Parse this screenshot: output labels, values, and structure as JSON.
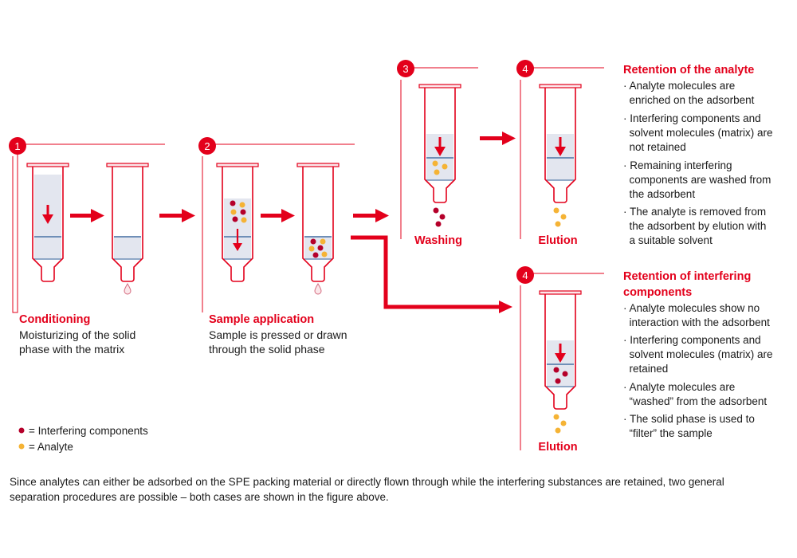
{
  "colors": {
    "accent": "#e3001b",
    "interfering": "#b5002a",
    "analyte": "#f5b335",
    "liquid": "#e3e6ef",
    "sorbent_line": "#6f8fb7"
  },
  "steps": [
    {
      "number": "1",
      "title": "Conditioning",
      "lines": [
        "Moisturizing of the solid",
        "phase with the matrix"
      ]
    },
    {
      "number": "2",
      "title": "Sample application",
      "lines": [
        "Sample is pressed or drawn",
        "through the solid phase"
      ]
    },
    {
      "number": "3",
      "title": "Washing"
    },
    {
      "number": "4",
      "title": "Elution"
    },
    {
      "number": "4",
      "title": "Elution"
    }
  ],
  "panels": [
    {
      "heading": [
        "Retention of the analyte"
      ],
      "bullets": [
        [
          "· Analyte molecules are",
          "  enriched on the adsorbent"
        ],
        [
          "· Interfering components and",
          "  solvent molecules (matrix) are",
          "  not retained"
        ],
        [
          "· Remaining interfering",
          "  components are washed from",
          "  the adsorbent"
        ],
        [
          "· The analyte is removed from",
          "  the adsorbent by elution with",
          "  a suitable solvent"
        ]
      ]
    },
    {
      "heading": [
        "Retention of interfering",
        "components"
      ],
      "bullets": [
        [
          "· Analyte molecules show no",
          "  interaction with the adsorbent"
        ],
        [
          "· Interfering components and",
          "  solvent molecules (matrix) are",
          "  retained"
        ],
        [
          "· Analyte molecules are",
          "  “washed” from the adsorbent"
        ],
        [
          "· The solid phase is used to",
          "  “filter” the sample"
        ]
      ]
    }
  ],
  "legend": {
    "interfering": "= Interfering components",
    "analyte": "= Analyte"
  },
  "caption": "Since analytes can either be adsorbed on the SPE packing material or directly flown through while the interfering substances are retained, two general separation procedures are possible – both cases are shown in the figure above."
}
